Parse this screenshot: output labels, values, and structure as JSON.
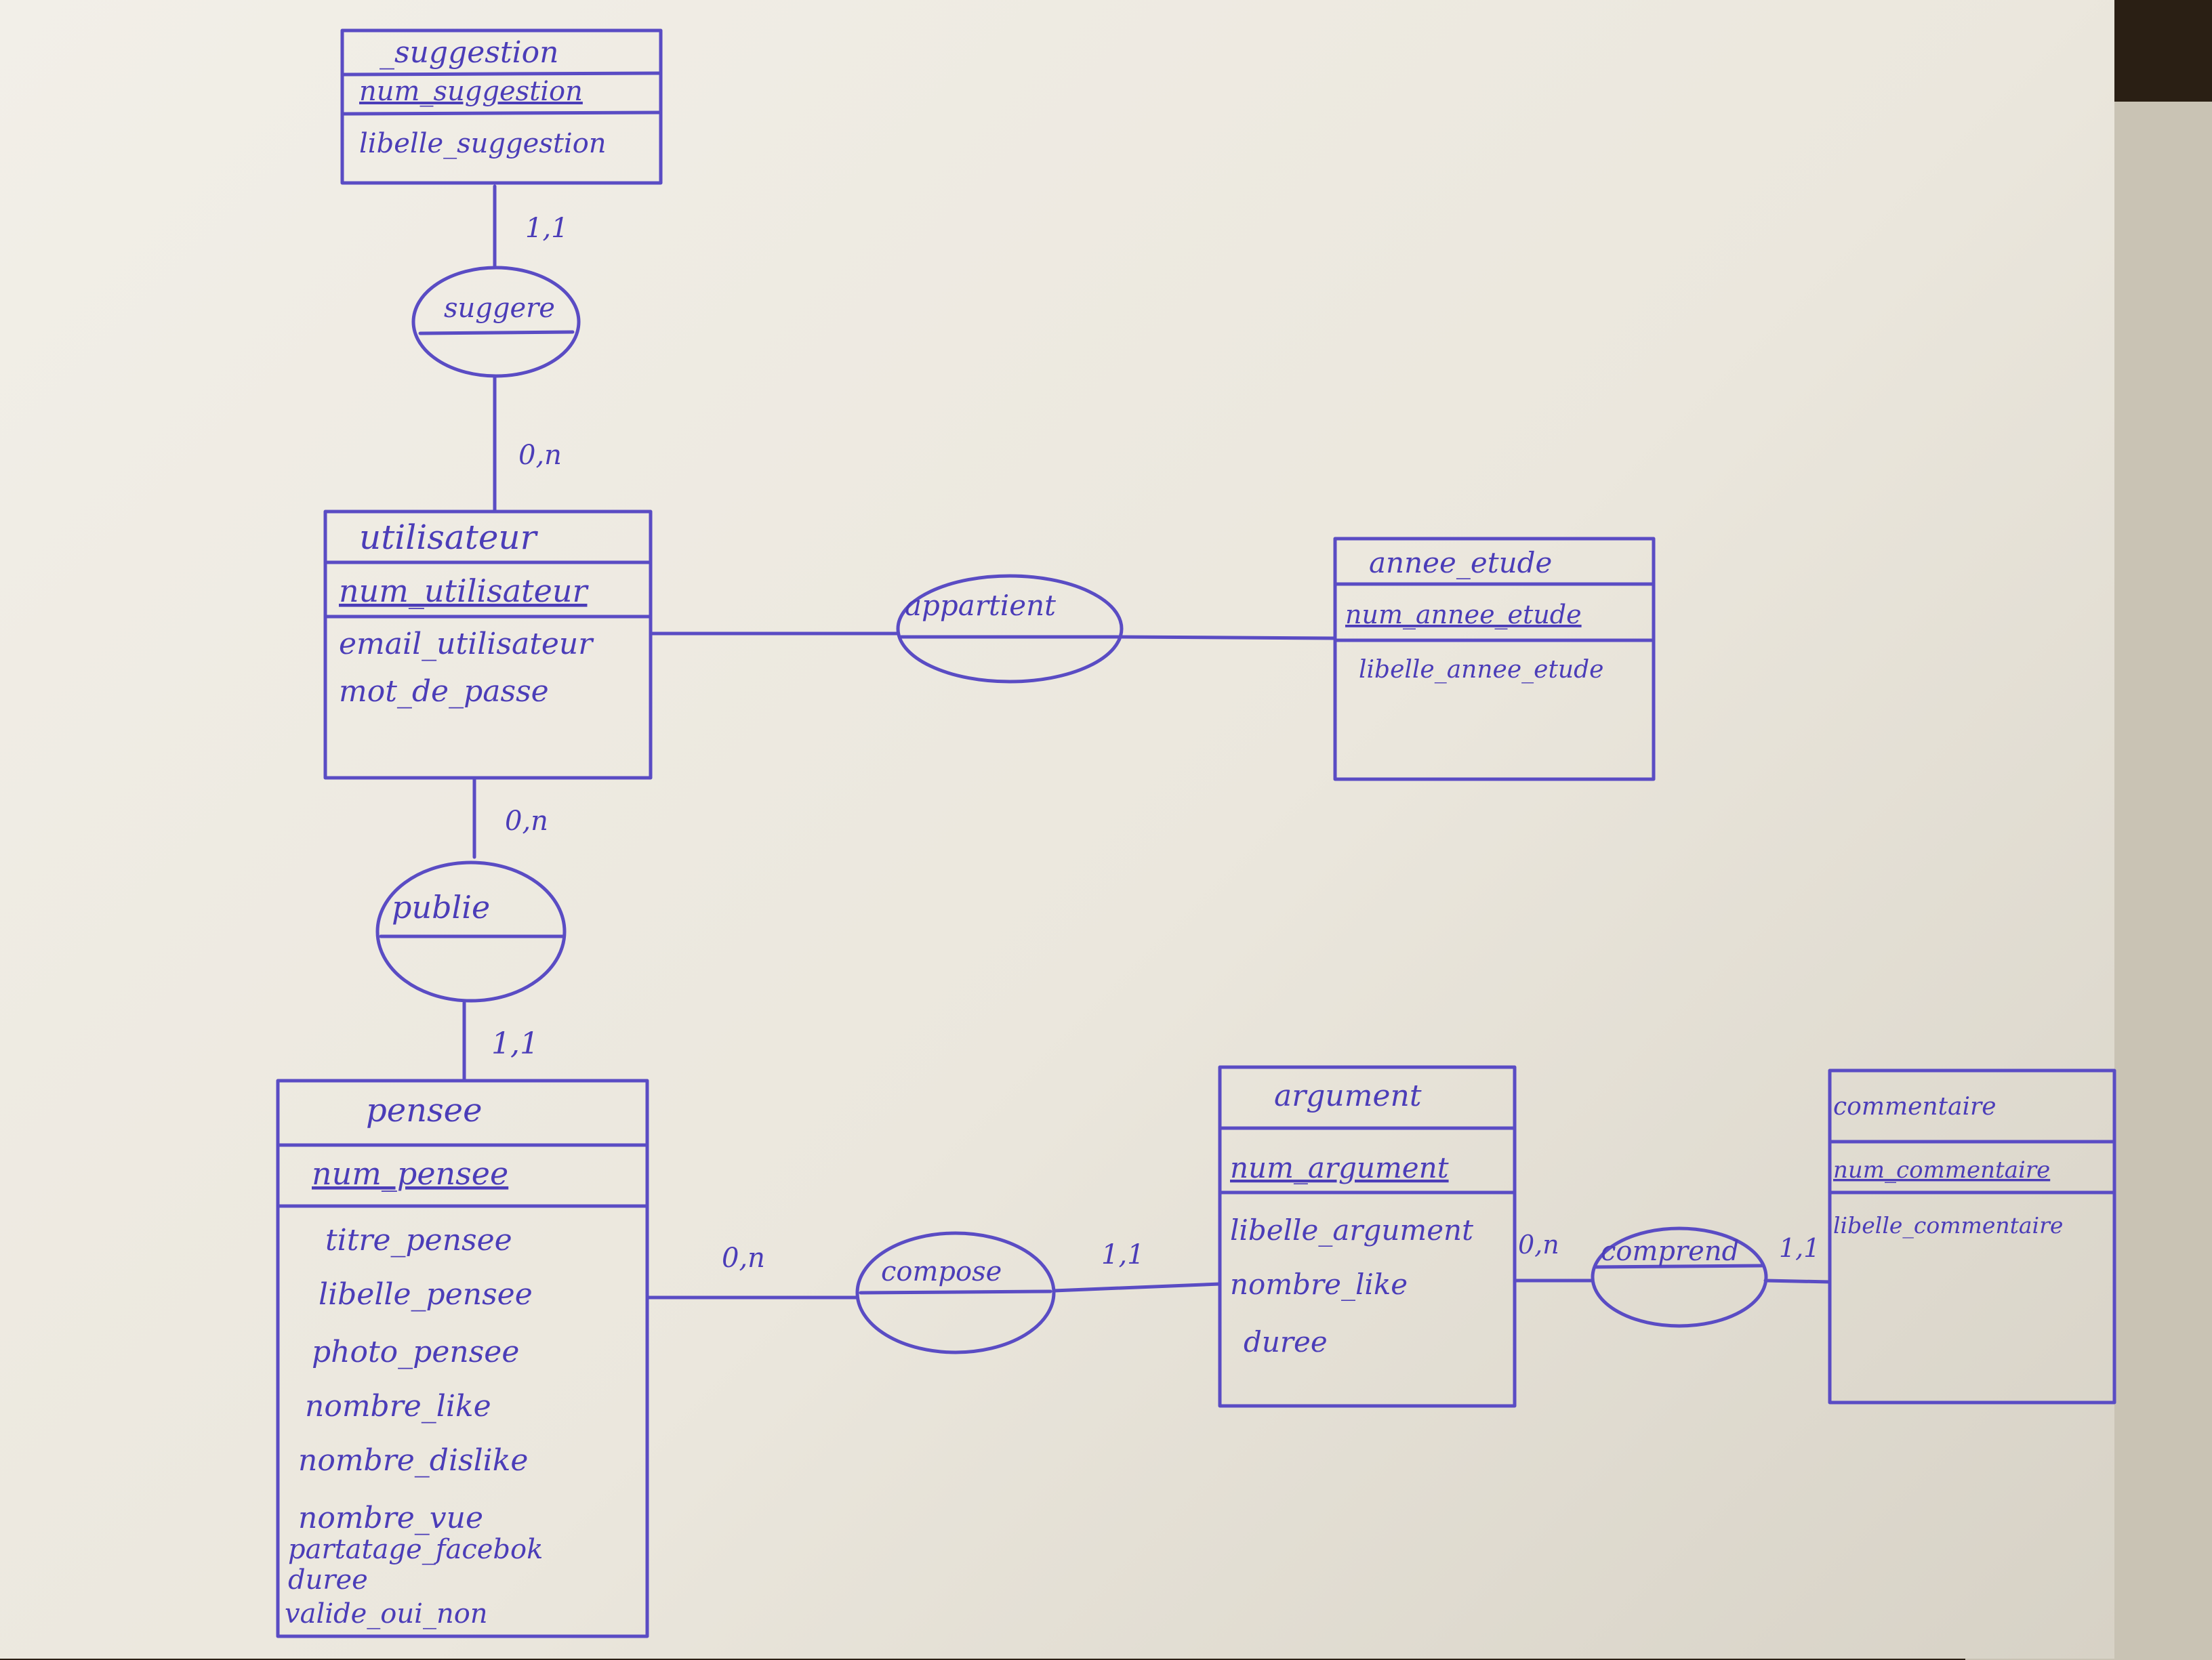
{
  "entities": [
    {
      "id": "suggestion",
      "title": "_suggestion",
      "key": "num_suggestion",
      "attributes": [
        "libelle_suggestion"
      ]
    },
    {
      "id": "utilisateur",
      "title": "utilisateur",
      "key": "num_utilisateur",
      "attributes": [
        "email_utilisateur",
        "mot_de_passe"
      ]
    },
    {
      "id": "annee_etude",
      "title": "annee_etude",
      "key": "num_annee_etude",
      "attributes": [
        "libelle_annee_etude"
      ]
    },
    {
      "id": "pensee",
      "title": "pensee",
      "key": "num_pensee",
      "attributes": [
        "titre_pensee",
        "libelle_pensee",
        "photo_pensee",
        "nombre_like",
        "nombre_dislike",
        "nombre_vue",
        "partatage_facebok",
        "duree",
        "valide_oui_non"
      ]
    },
    {
      "id": "argument",
      "title": "argument",
      "key": "num_argument",
      "attributes": [
        "libelle_argument",
        "nombre_like",
        "duree"
      ]
    },
    {
      "id": "commentaire",
      "title": "commentaire",
      "key": "num_commentaire",
      "attributes": [
        "libelle_commentaire"
      ]
    }
  ],
  "relations": [
    {
      "id": "suggere",
      "label": "suggere"
    },
    {
      "id": "appartient",
      "label": "appartient"
    },
    {
      "id": "publie",
      "label": "publie"
    },
    {
      "id": "compose",
      "label": "compose"
    },
    {
      "id": "comprend",
      "label": "comprend"
    }
  ],
  "cardinalities": {
    "suggestion_suggere": "1,1",
    "utilisateur_suggere": "0,n",
    "utilisateur_publie": "0,n",
    "pensee_publie": "1,1",
    "pensee_compose": "0,n",
    "argument_compose": "1,1",
    "argument_comprend": "0,n",
    "commentaire_comprend": "1,1"
  },
  "colors": {
    "ink": "#4b3db8",
    "paper": "#f2efe8"
  }
}
